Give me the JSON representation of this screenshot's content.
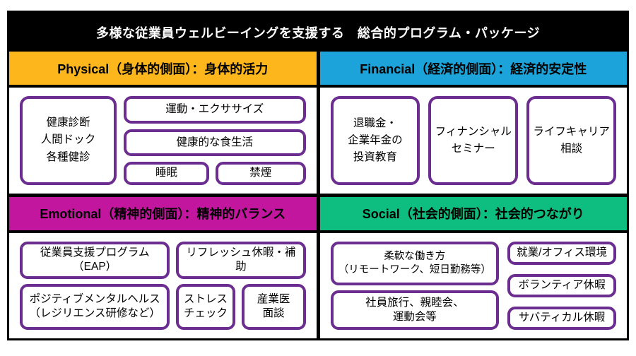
{
  "banner": {
    "title": "多様な従業員ウェルビーイングを支援する　総合的プログラム・パッケージ"
  },
  "colors": {
    "frame": "#000000",
    "physical": "#FDB71C",
    "financial": "#1BA3DA",
    "emotional": "#C2169F",
    "social": "#0DBE80",
    "box_border": "#6B2D90",
    "banner_text": "#FFFFFF",
    "header_text": "#000000"
  },
  "quadrants": {
    "physical": {
      "header": "Physical（身体的側面）：身体的活力",
      "items": {
        "checkup": "健康診断\n人間ドック\n各種健診",
        "exercise": "運動・エクササイズ",
        "diet": "健康的な食生活",
        "sleep": "睡眠",
        "no_smoking": "禁煙"
      }
    },
    "financial": {
      "header": "Financial（経済的側面）：経済的安定性",
      "items": {
        "pension": "退職金・\n企業年金の\n投資教育",
        "seminar": "フィナンシャル\nセミナー",
        "career": "ライフキャリア\n相談"
      }
    },
    "emotional": {
      "header": "Emotional（精神的側面）：精神的バランス",
      "items": {
        "eap": "従業員支援プログラム\n（EAP）",
        "refresh": "リフレッシュ休暇・補助",
        "positive": "ポジティブメンタルヘルス\n（レジリエンス研修など）",
        "stress": "ストレス\nチェック",
        "doctor": "産業医\n面談"
      }
    },
    "social": {
      "header": "Social（社会的側面）：社会的つながり",
      "items": {
        "flexible": "柔軟な働き方\n（リモートワーク、短日勤務等）",
        "trip": "社員旅行、親睦会、\n運動会等",
        "office": "就業/オフィス環境",
        "volunteer": "ボランティア休暇",
        "sabbatical": "サバティカル休暇"
      }
    }
  }
}
